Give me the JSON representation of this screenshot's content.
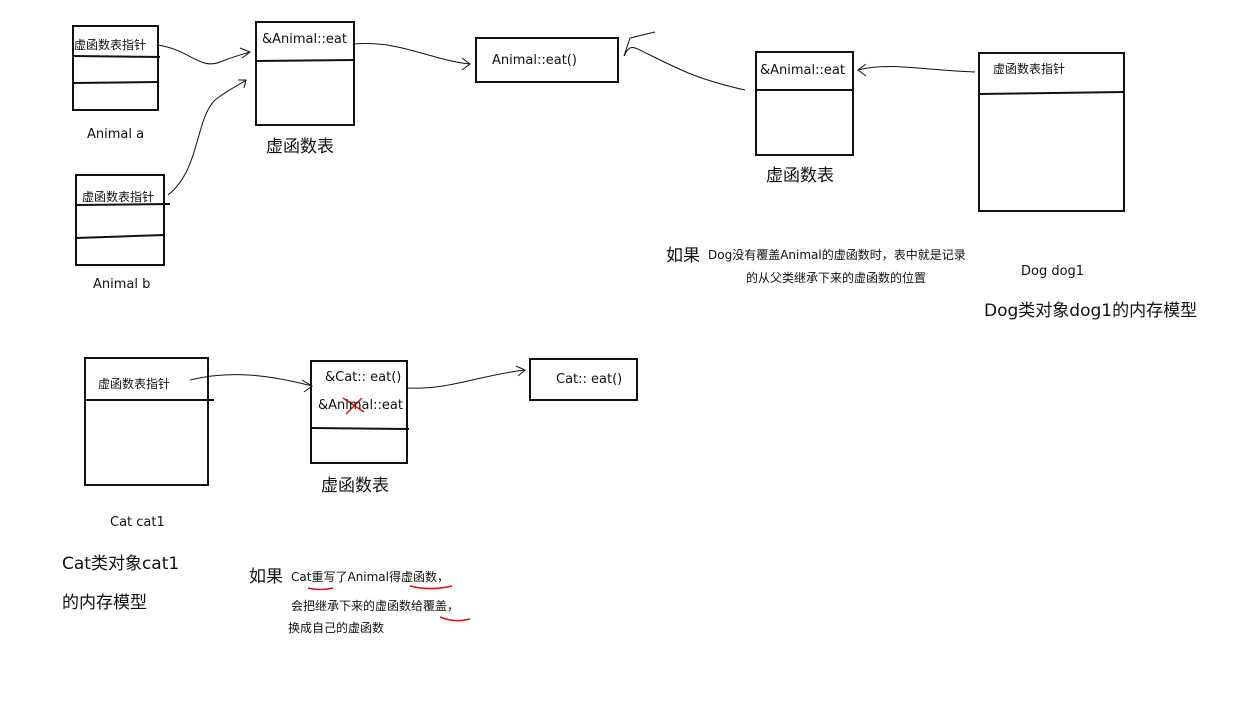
{
  "animal_a": {
    "pointer_label": "虚函数表指针",
    "caption": "Animal a"
  },
  "animal_b": {
    "pointer_label": "虚函数表指针",
    "caption": "Animal  b"
  },
  "animal_vtable": {
    "entry": "&Animal::eat",
    "caption": "虚函数表"
  },
  "animal_eat_func": {
    "label": "Animal::eat()"
  },
  "dog_vtable": {
    "entry": "&Animal::eat",
    "caption": "虚函数表"
  },
  "dog_object": {
    "pointer_label": "虚函数表指针",
    "caption": "Dog dog1",
    "title": "Dog类对象dog1的内存模型"
  },
  "dog_note": {
    "prefix": "如果",
    "line1": "Dog没有覆盖Animal的虚函数时，表中就是记录",
    "line2": "的从父类继承下来的虚函数的位置"
  },
  "cat_object": {
    "pointer_label": "虚函数表指针",
    "caption": "Cat    cat1",
    "title_line1": "Cat类对象cat1",
    "title_line2": "的内存模型"
  },
  "cat_vtable": {
    "entry1": "&Cat:: eat()",
    "entry2": "&Animal::eat",
    "caption": "虚函数表"
  },
  "cat_eat_func": {
    "label": "Cat:: eat()"
  },
  "cat_note": {
    "prefix": "如果",
    "line1": "Cat重写了Animal得虚函数，",
    "line2": "会把继承下来的虚函数给覆盖，",
    "line3": "换成自己的虚函数"
  },
  "colors": {
    "ink": "#111111",
    "annotation": "#e01010"
  }
}
